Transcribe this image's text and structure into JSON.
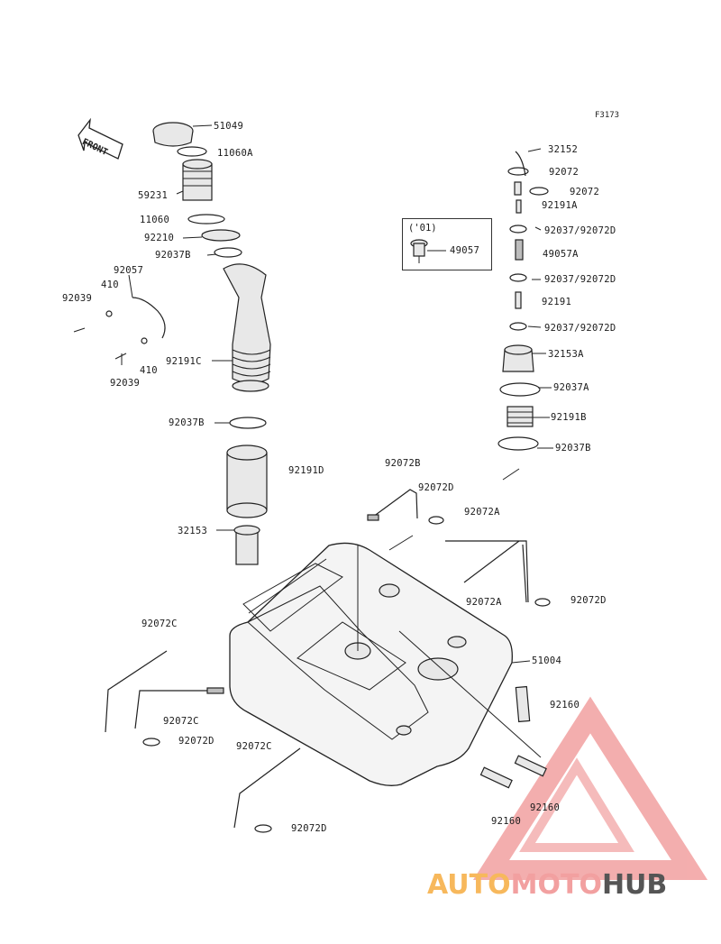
{
  "figure_code": "F3173",
  "front_label": "FRONT",
  "variant_box": {
    "title": "('01)",
    "part": "49057"
  },
  "labels": {
    "p51049": "51049",
    "p11060A": "11060A",
    "p59231": "59231",
    "p11060": "11060",
    "p92210": "92210",
    "p92037B_a": "92037B",
    "p92057": "92057",
    "p410_a": "410",
    "p92039_a": "92039",
    "p410_b": "410",
    "p92039_b": "92039",
    "p92191C": "92191C",
    "p92037B_b": "92037B",
    "p92191D": "92191D",
    "p32153": "32153",
    "p32152": "32152",
    "p92072_a": "92072",
    "p92072_b": "92072",
    "p92191A": "92191A",
    "p92037_92072D_a": "92037/92072D",
    "p49057A": "49057A",
    "p92037_92072D_b": "92037/92072D",
    "p92191": "92191",
    "p92037_92072D_c": "92037/92072D",
    "p32153A": "32153A",
    "p92037A": "92037A",
    "p92191B": "92191B",
    "p92037B_c": "92037B",
    "p92072B": "92072B",
    "p92072D_a": "92072D",
    "p92072A_a": "92072A",
    "p92072A_b": "92072A",
    "p92072D_b": "92072D",
    "p51004": "51004",
    "p92072C_a": "92072C",
    "p92072C_b": "92072C",
    "p92072D_c": "92072D",
    "p92072C_c": "92072C",
    "p92072D_d": "92072D",
    "p92160_a": "92160",
    "p92160_b": "92160",
    "p92160_c": "92160"
  },
  "watermark": {
    "part1": "AUTO",
    "part2": "MOTO",
    "part3": "HUB"
  },
  "colors": {
    "watermark_red": "#f2a0a0",
    "watermark_orange": "#f7b85c",
    "watermark_gray": "#555555",
    "line": "#222222"
  }
}
